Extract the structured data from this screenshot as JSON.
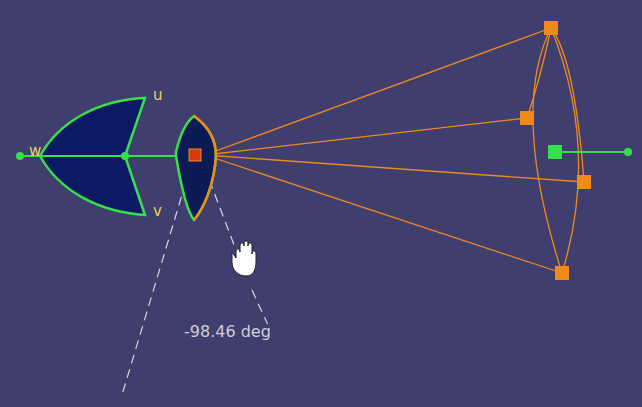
{
  "diagram": {
    "labels": [
      "w",
      "u",
      "v",
      "-98.46 deg"
    ]
  }
}
